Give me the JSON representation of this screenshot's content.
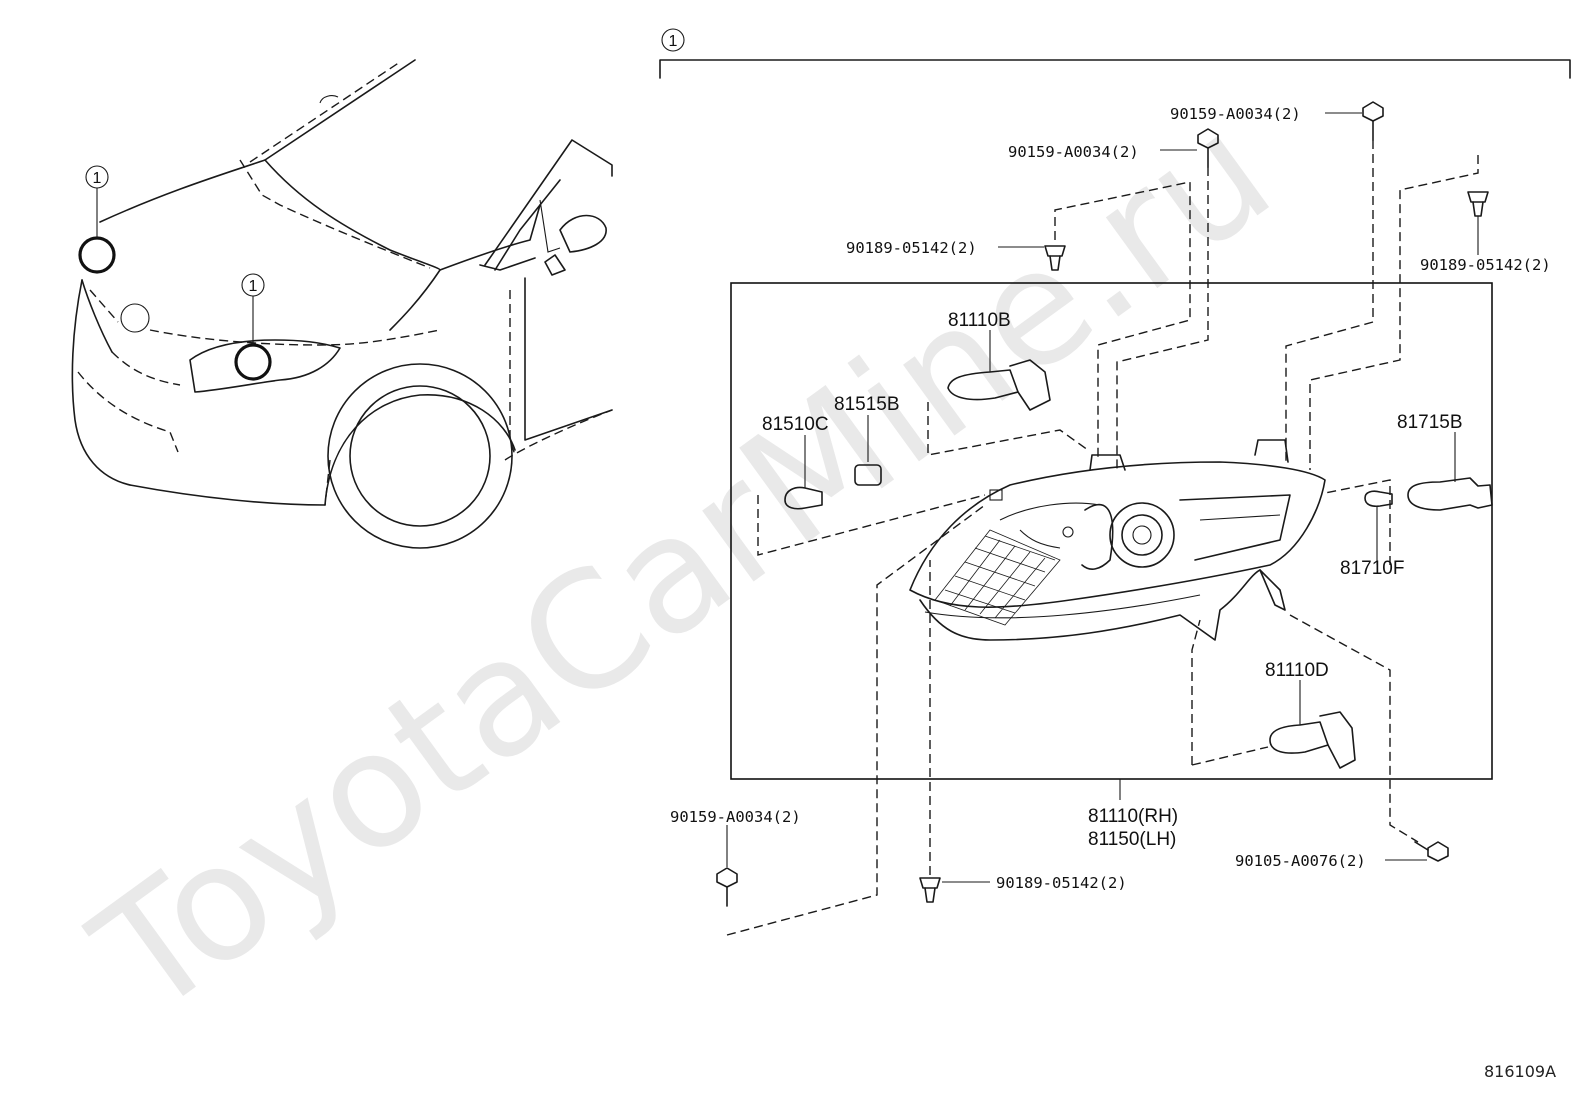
{
  "watermark": "ToyotaCarMine.ru",
  "diagram_code": "816109A",
  "callout_number": "1",
  "assembly": {
    "rh": "81110(RH)",
    "lh": "81150(LH)"
  },
  "parts": {
    "bulb_hb": "81110B",
    "bulb_hd": "81110D",
    "socket": "81515B",
    "bulb_c": "81510C",
    "bulb_f": "81710F",
    "socket_b": "81715B"
  },
  "fasteners": {
    "bolt_top_right": "90159-A0034(2)",
    "bolt_top_left": "90159-A0034(2)",
    "clip_left": "90189-05142(2)",
    "clip_right": "90189-05142(2)",
    "bolt_bottom_left": "90159-A0034(2)",
    "clip_bottom": "90189-05142(2)",
    "screw_bottom_right": "90105-A0076(2)"
  },
  "icons": {
    "callout": "circled-number-icon",
    "bolt": "bolt-icon",
    "clip": "clip-icon",
    "bulb": "bulb-icon"
  }
}
